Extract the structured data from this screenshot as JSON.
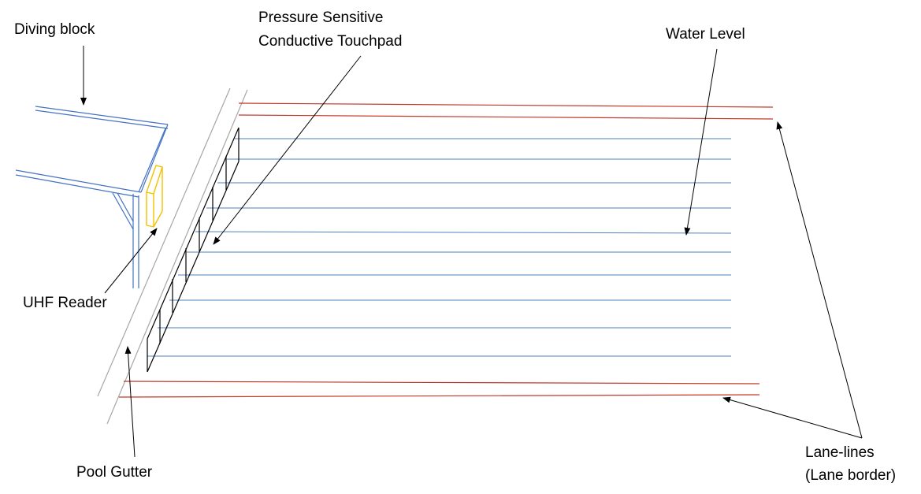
{
  "labels": {
    "diving_block": "Diving block",
    "touchpad_line1": "Pressure Sensitive",
    "touchpad_line2": "Conductive Touchpad",
    "water_level": "Water Level",
    "uhf_reader": "UHF Reader",
    "pool_gutter": "Pool Gutter",
    "lane_lines_line1": "Lane-lines",
    "lane_lines_line2": "(Lane border)"
  },
  "colors": {
    "water_line": "#4f81bd",
    "lane_border": "#c0392b",
    "block": "#4472c4",
    "reader": "#f2c200",
    "gutter": "#a6a6a6",
    "touchpad": "#000000",
    "arrow": "#000000"
  }
}
